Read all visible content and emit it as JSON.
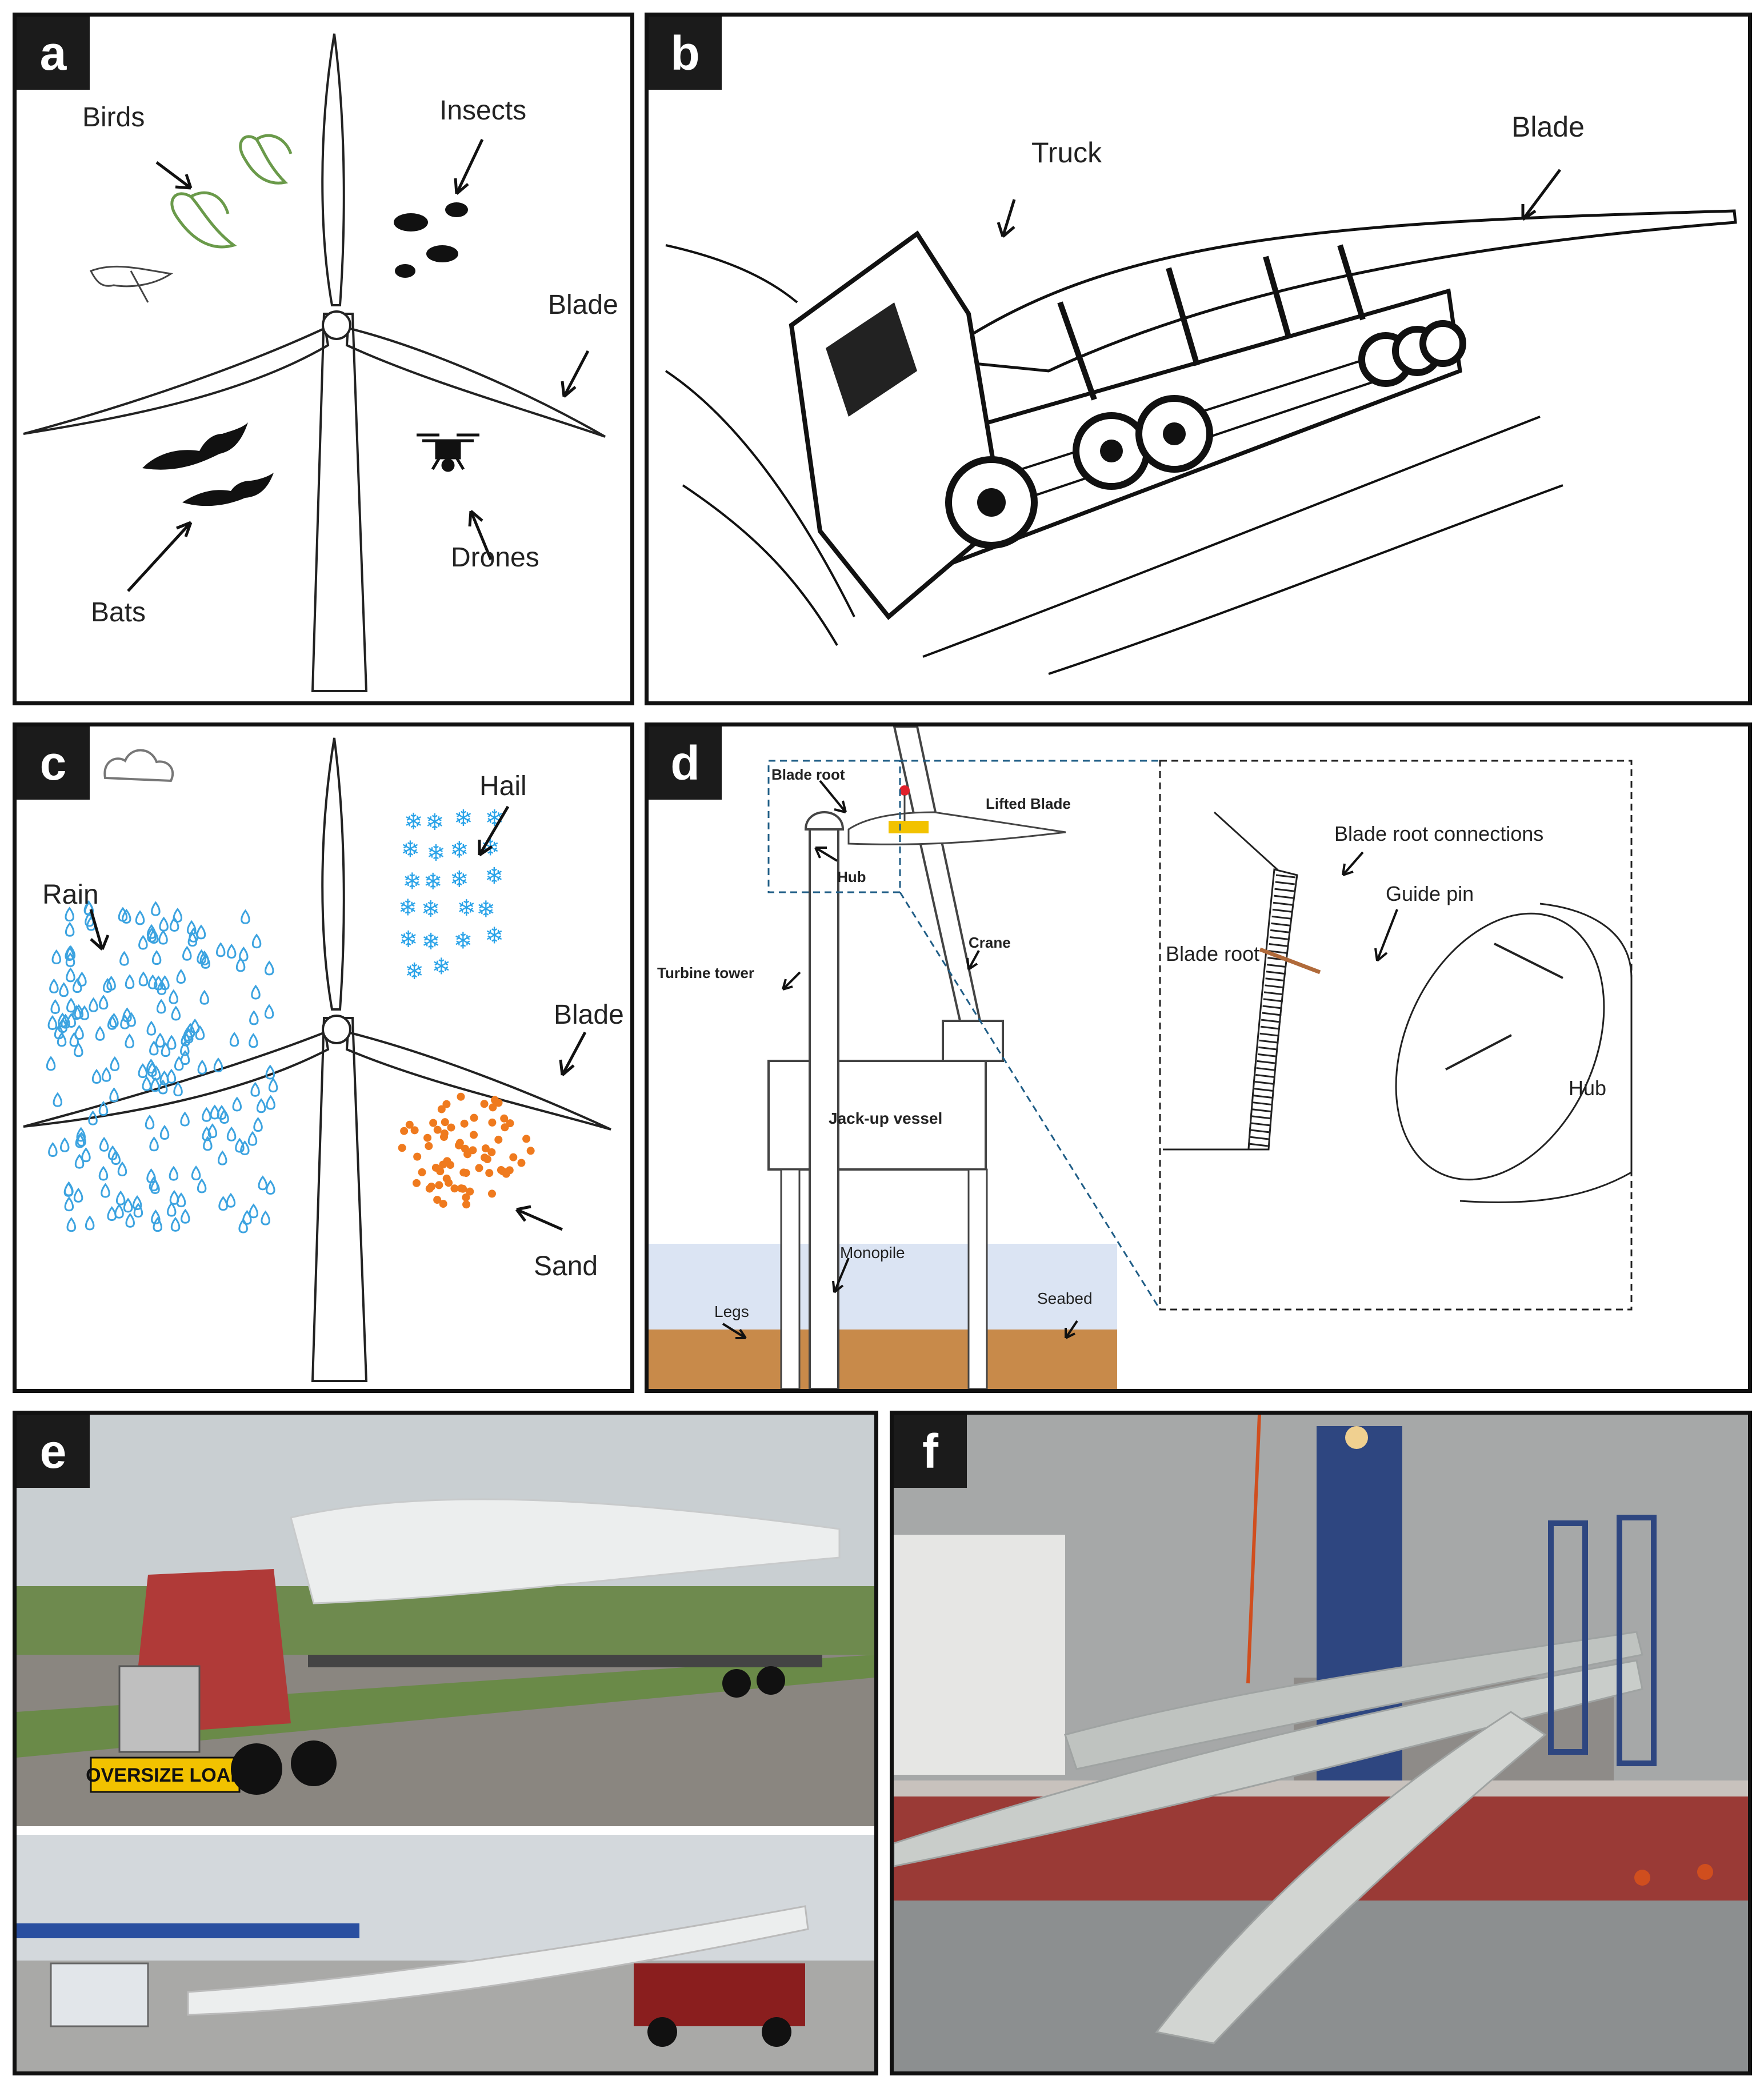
{
  "panels": {
    "a": {
      "tag": "a",
      "labels": {
        "birds": "Birds",
        "insects": "Insects",
        "blade": "Blade",
        "bats": "Bats",
        "drones": "Drones"
      }
    },
    "b": {
      "tag": "b",
      "labels": {
        "truck": "Truck",
        "blade": "Blade"
      }
    },
    "c": {
      "tag": "c",
      "labels": {
        "hail": "Hail",
        "rain": "Rain",
        "blade": "Blade",
        "sand": "Sand"
      }
    },
    "d": {
      "tag": "d",
      "labels": {
        "blade_root": "Blade root",
        "lifted_blade": "Lifted Blade",
        "hub": "Hub",
        "crane": "Crane",
        "turbine_tower": "Turbine tower",
        "jackup_vessel": "Jack-up vessel",
        "monopile": "Monopile",
        "legs": "Legs",
        "seabed": "Seabed",
        "blade_root_connections": "Blade root connections",
        "guide_pin": "Guide pin",
        "blade_root_detail": "Blade root",
        "hub_detail": "Hub"
      }
    },
    "e": {
      "tag": "e",
      "signs": {
        "oversize": "OVERSIZE LOAD"
      }
    },
    "f": {
      "tag": "f"
    }
  },
  "colors": {
    "bird_green": "#6a9a4a",
    "rain_blue": "#3ca3e0",
    "hail_blue": "#2aa3e8",
    "sand_orange": "#ef7a1e",
    "water": "#dbe4f3",
    "seabed": "#c88a4a",
    "sky_grey": "#cfd3d6",
    "fog_grey": "#9c9fa0",
    "truck_red": "#b03a38",
    "hull_red": "#9a3a36"
  }
}
